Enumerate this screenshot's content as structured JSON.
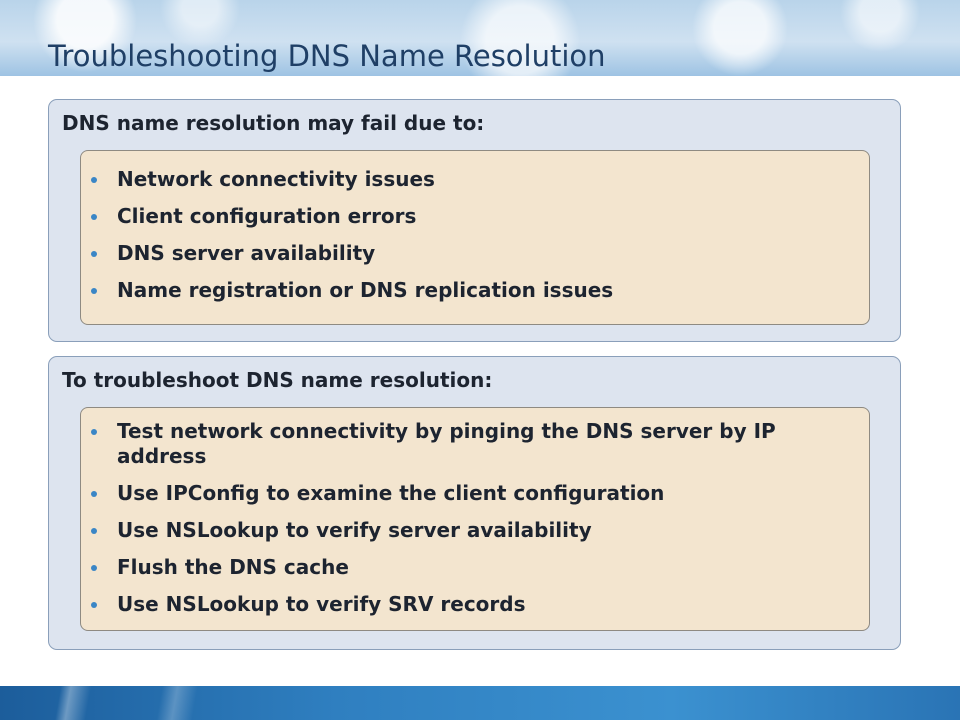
{
  "slide": {
    "title": "Troubleshooting DNS Name Resolution"
  },
  "sections": [
    {
      "heading": "DNS name resolution may fail due to:",
      "items": [
        "Network connectivity issues",
        "Client configuration errors",
        "DNS server availability",
        "Name registration or DNS replication issues"
      ]
    },
    {
      "heading": "To troubleshoot DNS name resolution:",
      "items": [
        "Test network connectivity by pinging the DNS server by IP address",
        "Use IPConfig to examine the client configuration",
        "Use NSLookup to verify server availability",
        "Flush the DNS cache",
        "Use NSLookup to verify SRV records"
      ]
    }
  ],
  "colors": {
    "title": "#1f3f66",
    "panel_background": "#dde4ef",
    "inner_box_background": "#f3e5cf",
    "bullet": "#3a86c6",
    "footer_band": "#2f7fc0"
  }
}
